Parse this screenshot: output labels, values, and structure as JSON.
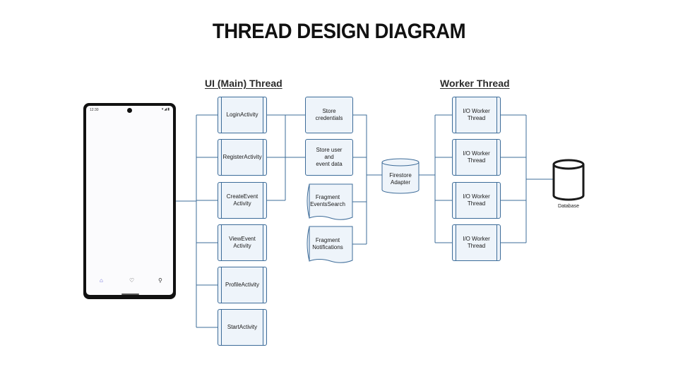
{
  "title": "THREAD DESIGN DIAGRAM",
  "sections": {
    "ui_thread": "UI (Main) Thread",
    "worker_thread": "Worker Thread"
  },
  "phone": {
    "time": "12:30",
    "status": "▾◢▮",
    "nav_icons": [
      "home-icon",
      "heart-icon",
      "person-icon"
    ]
  },
  "activities": [
    "LoginActivity",
    "RegisterActivity",
    "CreateEvent\nActivity",
    "ViewEvent\nActivity",
    "ProfileActivity",
    "StartActivity"
  ],
  "operations": {
    "store_credentials": "Store credentials",
    "store_user_event": "Store user and\nevent data",
    "fragment_search": "Fragment\nEventsSearch",
    "fragment_notifications": "Fragment\nNotifications"
  },
  "adapter": "Firestore\nAdapter",
  "workers": [
    "I/O Worker\nThread",
    "I/O Worker\nThread",
    "I/O Worker\nThread",
    "I/O Worker\nThread"
  ],
  "database": "Database",
  "colors": {
    "line": "#3d6c99",
    "box_fill": "#eef4fa",
    "accent": "#5b5bd6"
  }
}
